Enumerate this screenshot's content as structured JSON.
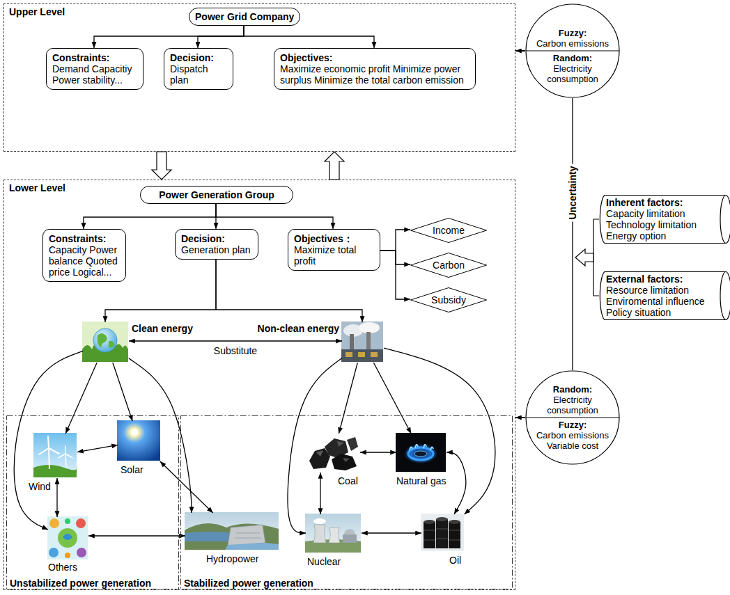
{
  "diagram": {
    "nodes": [
      {
        "text": [
          "Upper Level"
        ]
      },
      {
        "text": [
          "Power Grid Company"
        ],
        "in": 0
      },
      {
        "text": [
          "Constraints:",
          "Demand Capacitiy Power stability..."
        ],
        "in": 0
      },
      {
        "text": [
          "Decision:",
          "Dispatch plan"
        ],
        "in": 0
      },
      {
        "text": [
          "Objectives:",
          "Maximize economic profit Minimize power surplus Minimize the total carbon emission"
        ],
        "in": 0
      },
      {
        "text": [
          "Lower Level"
        ]
      },
      {
        "text": [
          "Power Generation Group"
        ],
        "in": 5
      },
      {
        "text": [
          "Constraints:",
          "Capacity Power balance Quoted price Logical..."
        ],
        "in": 5
      },
      {
        "text": [
          "Decision:",
          "Generation plan"
        ],
        "in": 5
      },
      {
        "text": [
          "Objectives：",
          "Maximize total profit"
        ],
        "in": 5
      },
      {
        "text": [
          "Income"
        ],
        "in": 5
      },
      {
        "text": [
          "Carbon"
        ],
        "in": 5
      },
      {
        "text": [
          "Subsidy"
        ],
        "in": 5
      },
      {
        "text": [
          "Clean energy"
        ],
        "in": 5
      },
      {
        "text": [
          "Non-clean energy"
        ],
        "in": 5
      },
      {
        "text": [
          "Unstabilized power generation"
        ],
        "in": 5
      },
      {
        "text": [
          "Wind"
        ],
        "in": 15
      },
      {
        "text": [
          "Solar"
        ],
        "in": 15
      },
      {
        "text": [
          "Others"
        ],
        "in": 15
      },
      {
        "text": [
          "Stabilized power generation"
        ],
        "in": 5
      },
      {
        "text": [
          "Hydropower"
        ],
        "in": 19
      },
      {
        "text": [
          "Coal"
        ],
        "in": 19
      },
      {
        "text": [
          "Natural gas"
        ],
        "in": 19
      },
      {
        "text": [
          "Nuclear"
        ],
        "in": 19
      },
      {
        "text": [
          "Oil"
        ],
        "in": 19
      },
      {
        "text": [
          "Fuzzy:",
          "Carbon emissions",
          "Random:",
          "Electricity consumption"
        ]
      },
      {
        "text": [
          "Inherent factors:",
          "Capacity limitation Technology limitation Energy option"
        ]
      },
      {
        "text": [
          "External factors:",
          "Resource limitation Enviromental influence Policy situation"
        ]
      },
      {
        "text": [
          "Random:",
          "Electricity consumption",
          "Fuzzy:",
          "Carbon emissions Variable cost"
        ]
      }
    ],
    "edges": [
      {
        "from": 1,
        "to": 2,
        "arrow": "to"
      },
      {
        "from": 1,
        "to": 3,
        "arrow": "to"
      },
      {
        "from": 1,
        "to": 4,
        "arrow": "to"
      },
      {
        "from": 0,
        "to": 5,
        "arrow": "to"
      },
      {
        "from": 5,
        "to": 0,
        "arrow": "to"
      },
      {
        "from": 6,
        "to": 7,
        "arrow": "to"
      },
      {
        "from": 6,
        "to": 8,
        "arrow": "to"
      },
      {
        "from": 6,
        "to": 9,
        "arrow": "to"
      },
      {
        "from": 9,
        "to": 10,
        "arrow": "to"
      },
      {
        "from": 9,
        "to": 11,
        "arrow": "to"
      },
      {
        "from": 9,
        "to": 12,
        "arrow": "to"
      },
      {
        "from": 8,
        "to": 13,
        "arrow": "to"
      },
      {
        "from": 8,
        "to": 14,
        "arrow": "to"
      },
      {
        "from": 13,
        "to": 14,
        "label": "Substitute",
        "arrow": "both"
      },
      {
        "from": 13,
        "to": 16,
        "arrow": "to"
      },
      {
        "from": 13,
        "to": 17,
        "arrow": "to"
      },
      {
        "from": 13,
        "to": 18,
        "arrow": "to"
      },
      {
        "from": 13,
        "to": 20,
        "arrow": "to"
      },
      {
        "from": 14,
        "to": 21,
        "arrow": "to"
      },
      {
        "from": 14,
        "to": 22,
        "arrow": "to"
      },
      {
        "from": 14,
        "to": 23,
        "arrow": "to"
      },
      {
        "from": 14,
        "to": 24,
        "arrow": "to"
      },
      {
        "from": 16,
        "to": 17,
        "arrow": "both"
      },
      {
        "from": 16,
        "to": 18,
        "arrow": "both"
      },
      {
        "from": 17,
        "to": 20,
        "arrow": "both"
      },
      {
        "from": 18,
        "to": 20,
        "arrow": "both"
      },
      {
        "from": 21,
        "to": 22,
        "arrow": "both"
      },
      {
        "from": 21,
        "to": 23,
        "arrow": "both"
      },
      {
        "from": 22,
        "to": 24,
        "arrow": "both"
      },
      {
        "from": 23,
        "to": 24,
        "arrow": "both"
      },
      {
        "from": 25,
        "to": 0,
        "arrow": "to"
      },
      {
        "from": 28,
        "to": 5,
        "arrow": "to"
      },
      {
        "from": 25,
        "to": 28,
        "label": "Uncertainty",
        "arrow": "none"
      }
    ]
  }
}
